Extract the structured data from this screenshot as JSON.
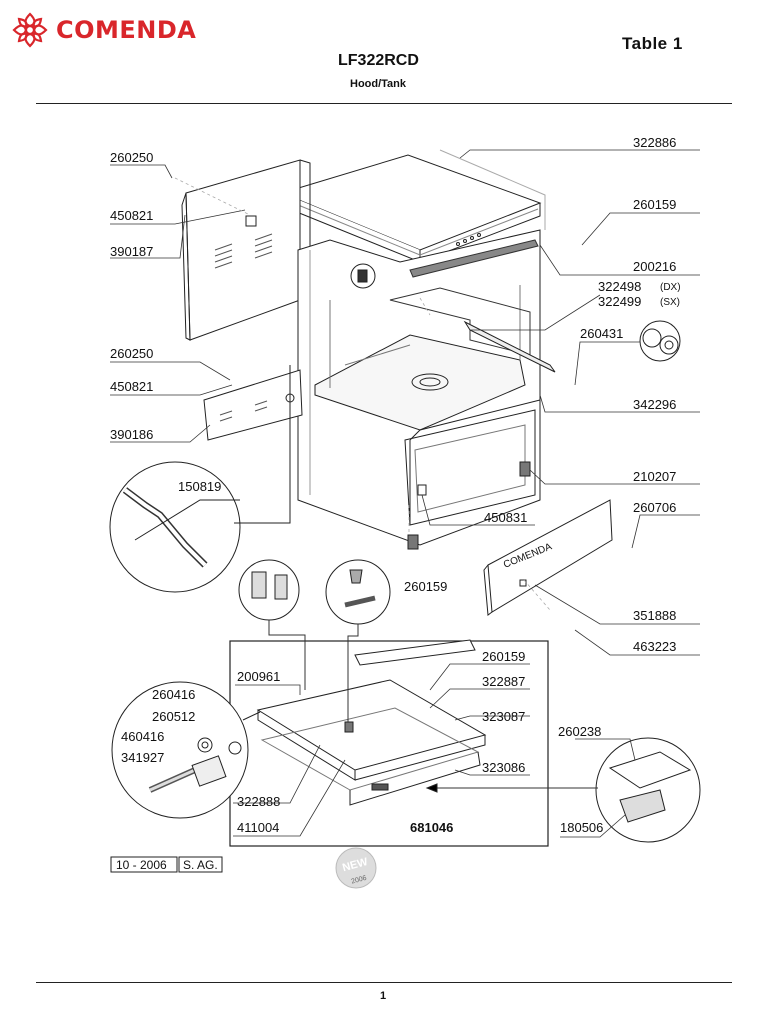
{
  "brand": {
    "name": "COMENDA",
    "color": "#d9262b"
  },
  "header": {
    "table_label": "Table   1",
    "model": "LF322RCD",
    "section": "Hood/Tank"
  },
  "labels": {
    "p322886": "322886",
    "p260250a": "260250",
    "p450821a": "450821",
    "p390187": "390187",
    "p260159a": "260159",
    "p200216": "200216",
    "p322498": "322498",
    "p322498_side": "(DX)",
    "p322499": "322499",
    "p322499_side": "(SX)",
    "p260431": "260431",
    "p260250b": "260250",
    "p450821b": "450821",
    "p390186": "390186",
    "p342296": "342296",
    "p150819": "150819",
    "p210207": "210207",
    "p450831": "450831",
    "p260706": "260706",
    "p260159b": "260159",
    "p351888": "351888",
    "p463223": "463223",
    "p200961": "200961",
    "p260159c": "260159",
    "p322887": "322887",
    "p260416": "260416",
    "p260512": "260512",
    "p323087": "323087",
    "p460416": "460416",
    "p341927": "341927",
    "p260238": "260238",
    "p323086": "323086",
    "p322888": "322888",
    "p411004": "411004",
    "kit": "681046",
    "p180506": "180506",
    "panel_brand": "COMENDA"
  },
  "footer_box": {
    "date": "10 - 2006",
    "author": "S. AG."
  },
  "badge": {
    "top": "NEW",
    "bottom": "2006"
  },
  "page_number": "1"
}
